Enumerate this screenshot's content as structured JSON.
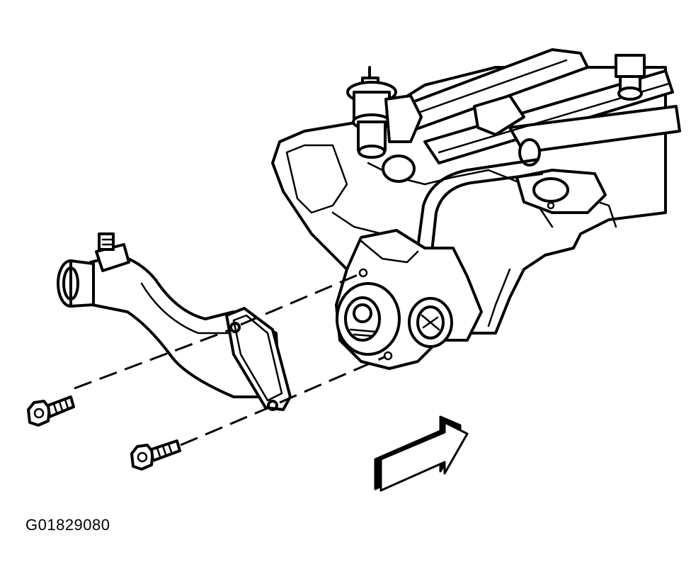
{
  "figure": {
    "id_label": "G01829080"
  },
  "parts": [
    "engine-block",
    "fuel-rail",
    "fuel-injector",
    "pressure-regulator",
    "thermostat-housing",
    "thermostat",
    "coolant-outlet-pipe",
    "outlet-flange-gasket",
    "bolt-upper",
    "bolt-lower",
    "front-direction-arrow"
  ],
  "colors": {
    "ink": "#000000",
    "paper": "#ffffff"
  }
}
